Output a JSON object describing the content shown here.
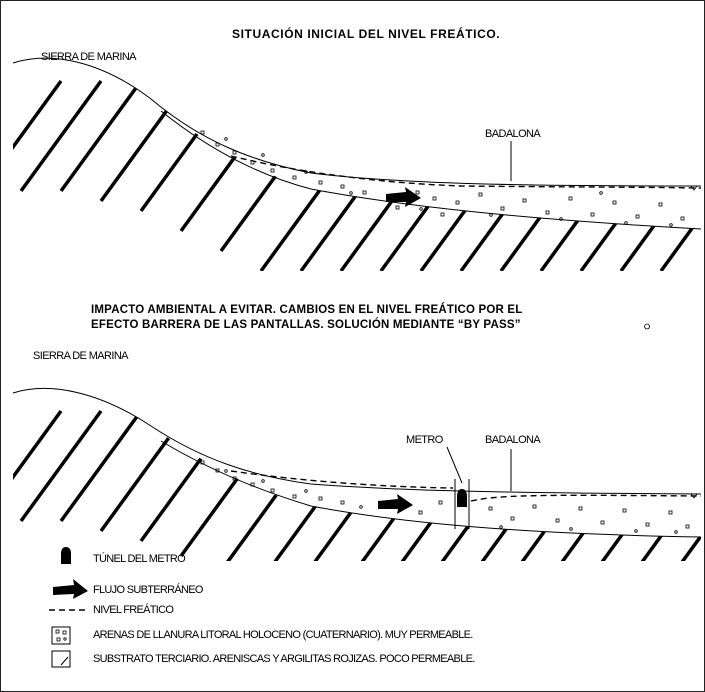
{
  "top": {
    "title": "SITUACIÓN INICIAL DEL NIVEL FREÁTICO.",
    "label_sierra": "SIERRA DE MARINA",
    "label_badalona": "BADALONA"
  },
  "bottom": {
    "title_line1": "IMPACTO AMBIENTAL A EVITAR. CAMBIOS EN EL NIVEL FREÁTICO POR EL",
    "title_line2": "EFECTO BARRERA DE LAS PANTALLAS. SOLUCIÓN MEDIANTE “BY PASS”",
    "label_sierra": "SIERRA DE MARINA",
    "label_metro": "METRO",
    "label_badalona": "BADALONA"
  },
  "legend": [
    {
      "icon": "tunnel-icon",
      "text": "TÚNEL DEL METRO"
    },
    {
      "icon": "flow-arrow-icon",
      "text": "FLUJO SUBTERRÁNEO"
    },
    {
      "icon": "water-table-line-icon",
      "text": "NIVEL FREÁTICO"
    },
    {
      "icon": "sand-pattern-icon",
      "text": "ARENAS DE LLANURA LITORAL HOLOCENO (CUATERNARIO). MUY PERMEABLE."
    },
    {
      "icon": "hatch-pattern-icon",
      "text": "SUBSTRATO TERCIARIO. ARENISCAS Y ARGILITAS ROJIZAS. POCO PERMEABLE."
    }
  ],
  "colors": {
    "line": "#000000",
    "background": "#ffffff"
  }
}
